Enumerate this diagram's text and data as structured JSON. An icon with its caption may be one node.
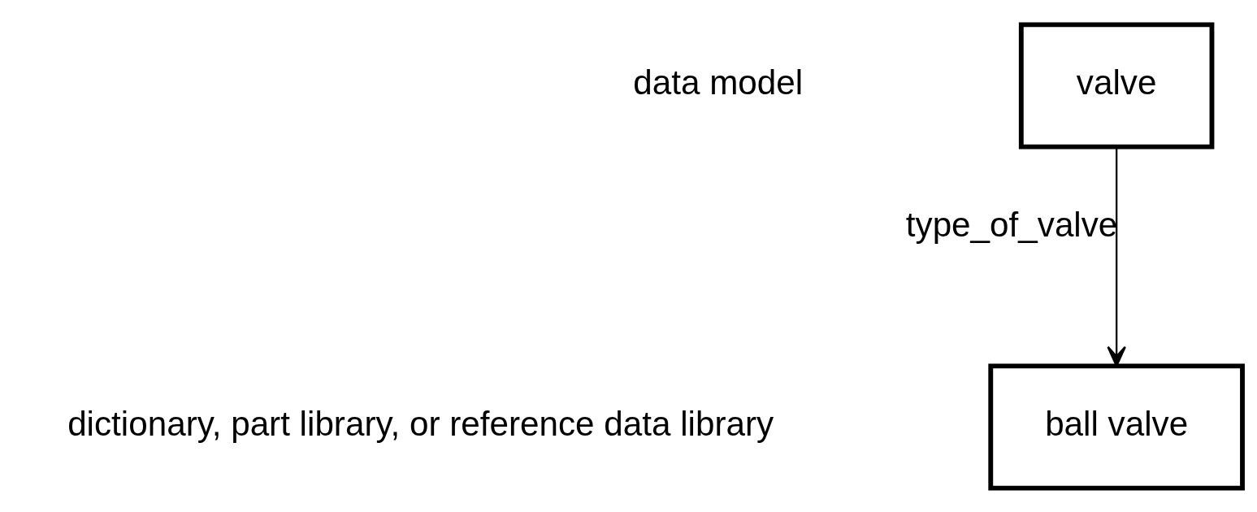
{
  "diagram": {
    "nodes": [
      {
        "text": [
          "valve"
        ]
      },
      {
        "text": [
          "ball valve"
        ]
      }
    ],
    "edges": [
      {
        "from": 0,
        "to": 1,
        "arrow": "to",
        "label": "type_of_valve"
      }
    ],
    "labels": [
      "data model",
      "dictionary, part library, or reference data library"
    ]
  }
}
